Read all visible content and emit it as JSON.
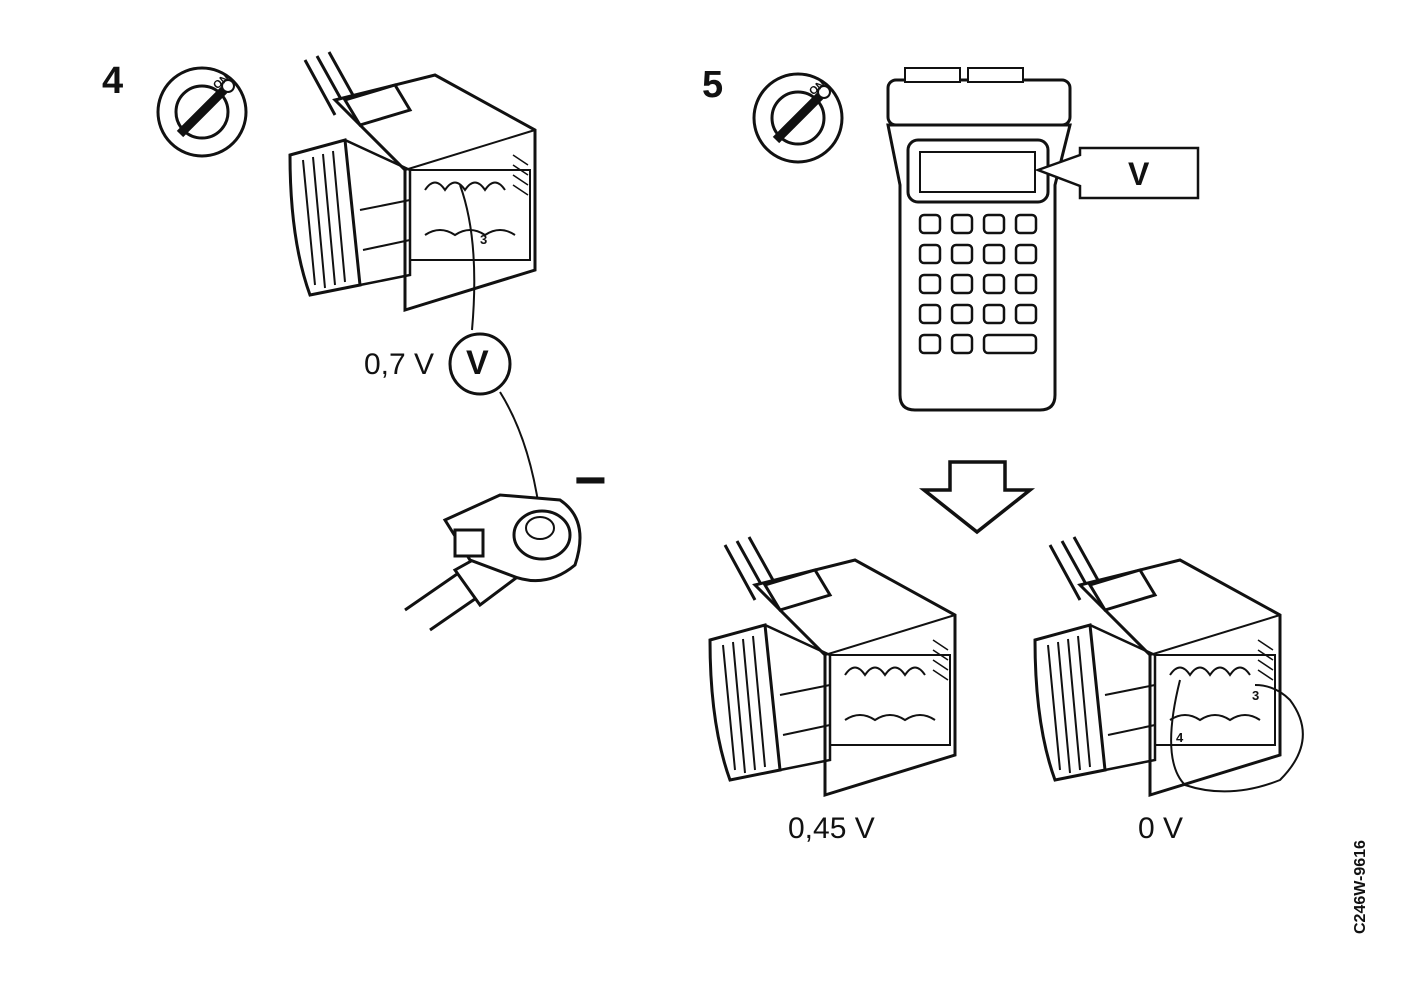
{
  "steps": [
    {
      "number": "4",
      "reading": "0,7 V",
      "meter_symbol": "V",
      "pin_label": "3",
      "ground_symbol": "−"
    },
    {
      "number": "5",
      "display_symbol": "V"
    }
  ],
  "results": [
    {
      "reading": "0,45 V"
    },
    {
      "reading": "0 V",
      "pin_labels": [
        "4",
        "3"
      ]
    }
  ],
  "ignition_label": "ON",
  "figure_code": "C246W-9616",
  "icons": [
    "ignition-key-icon",
    "voltmeter-icon",
    "ground-terminal-icon",
    "diagnostic-tester-icon",
    "down-arrow-icon",
    "connector-icon"
  ]
}
